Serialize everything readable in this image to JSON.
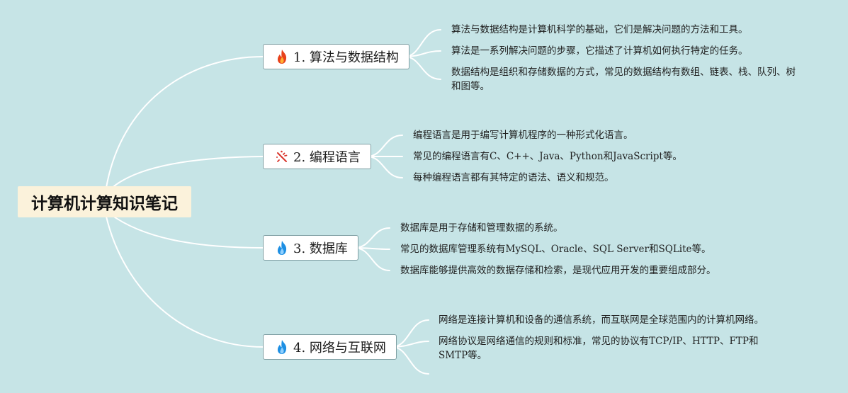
{
  "root": {
    "title": "计算机计算知识笔记"
  },
  "branches": [
    {
      "label": "1. 算法与数据结构",
      "icon": "fire-icon",
      "icon_color": "#e8411b",
      "leaves": [
        "算法与数据结构是计算机科学的基础，它们是解决问题的方法和工具。",
        "算法是一系列解决问题的步骤，它描述了计算机如何执行特定的任务。",
        "数据结构是组织和存储数据的方式，常见的数据结构有数组、链表、栈、队列、树和图等。"
      ]
    },
    {
      "label": "2. 编程语言",
      "icon": "sparkle-icon",
      "icon_color": "#d9342b",
      "leaves": [
        "编程语言是用于编写计算机程序的一种形式化语言。",
        "常见的编程语言有C、C++、Java、Python和JavaScript等。",
        "每种编程语言都有其特定的语法、语义和规范。"
      ]
    },
    {
      "label": "3. 数据库",
      "icon": "blue-fire-icon",
      "icon_color": "#1d8fe3",
      "leaves": [
        "数据库是用于存储和管理数据的系统。",
        "常见的数据库管理系统有MySQL、Oracle、SQL Server和SQLite等。",
        "数据库能够提供高效的数据存储和检索，是现代应用开发的重要组成部分。"
      ]
    },
    {
      "label": "4. 网络与互联网",
      "icon": "blue-fire-icon",
      "icon_color": "#1d8fe3",
      "leaves": [
        "网络是连接计算机和设备的通信系统，而互联网是全球范围内的计算机网络。",
        "网络协议是网络通信的规则和标准，常见的协议有TCP/IP、HTTP、FTP和SMTP等。"
      ]
    }
  ],
  "colors": {
    "background": "#c6e4e6",
    "connector": "#ffffff",
    "root_fill": "#fbf2db"
  }
}
